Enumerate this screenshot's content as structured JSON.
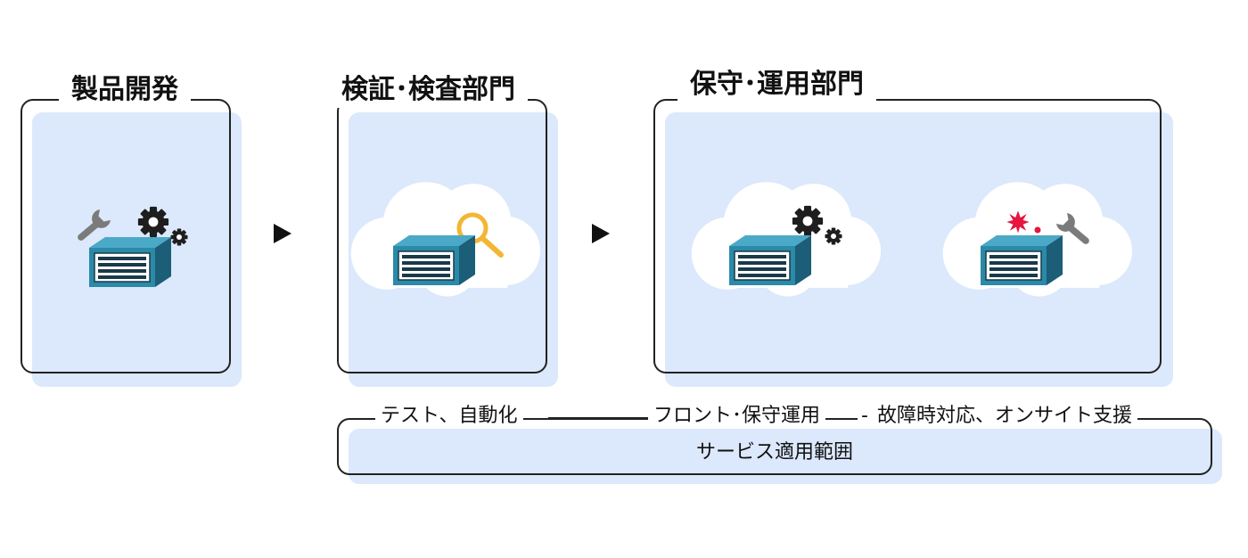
{
  "stages": [
    {
      "title": "製品開発",
      "icons": [
        "wrench-icon",
        "gear-icon",
        "server-icon"
      ]
    },
    {
      "title": "検証･検査部門",
      "icons": [
        "cloud-icon",
        "server-icon",
        "magnifier-icon"
      ]
    },
    {
      "title": "保守･運用部門",
      "icons": [
        "cloud-icon",
        "server-icon",
        "gear-icon",
        "alert-burst-icon",
        "wrench-icon"
      ]
    }
  ],
  "scope": {
    "caption_test": "テスト、自動化",
    "caption_front": "フロント･保守運用",
    "caption_fault": "故障時対応、オンサイト支援",
    "label": "サービス適用範囲"
  },
  "colors": {
    "panel_fill": "#dce8fb",
    "server_teal": "#2a8aa8",
    "server_dark": "#1c5d78",
    "wrench_gray": "#7b7b7b",
    "magnifier_yellow": "#f3b633",
    "alert_red": "#e6153e"
  }
}
